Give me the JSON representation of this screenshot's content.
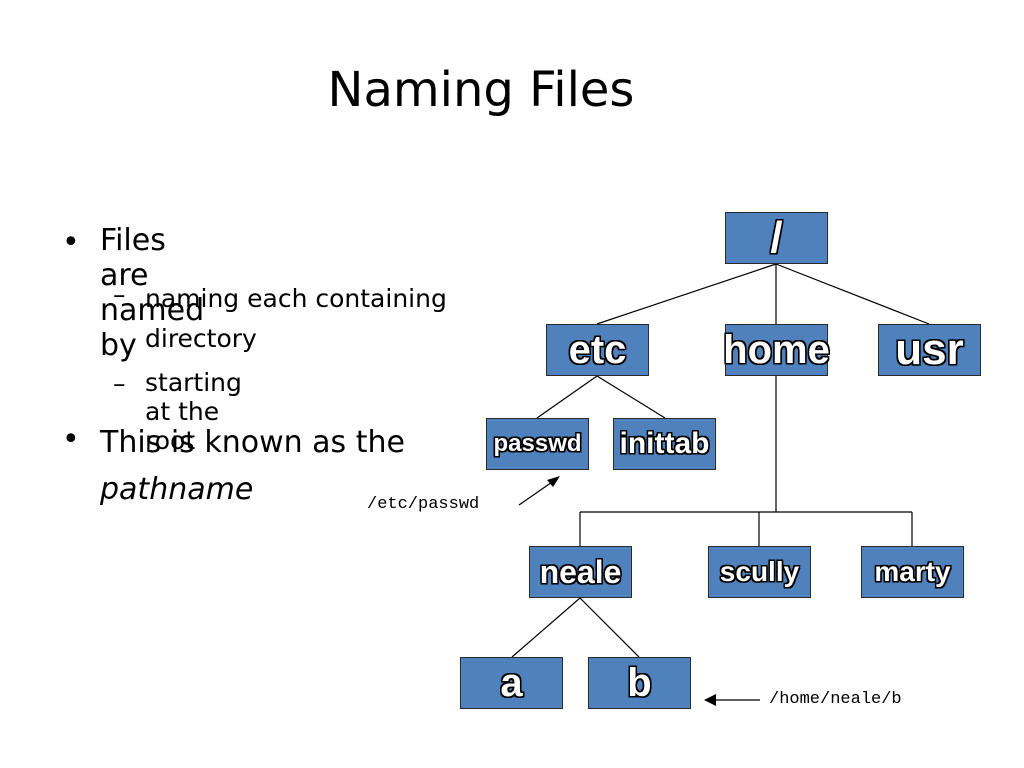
{
  "slide": {
    "title": "Naming Files",
    "bullets": [
      {
        "text": "Files are named by",
        "subs": [
          "naming each containing directory",
          "starting at the root"
        ]
      },
      {
        "text": "This is known as the",
        "emphasis": "pathname"
      }
    ],
    "bullet_marker": "•",
    "sub_marker": "–"
  },
  "tree": {
    "nodes": {
      "root": "/",
      "etc": "etc",
      "home": "home",
      "usr": "usr",
      "passwd": "passwd",
      "inittab": "inittab",
      "neale": "neale",
      "scully": "scully",
      "marty": "marty",
      "a": "a",
      "b": "b"
    },
    "paths": {
      "etc_passwd": "/etc/passwd",
      "home_neale_b": "/home/neale/b"
    },
    "colors": {
      "node_fill": "#4f81bd",
      "node_border": "#2b2b2b",
      "text": "#ffffff"
    }
  }
}
